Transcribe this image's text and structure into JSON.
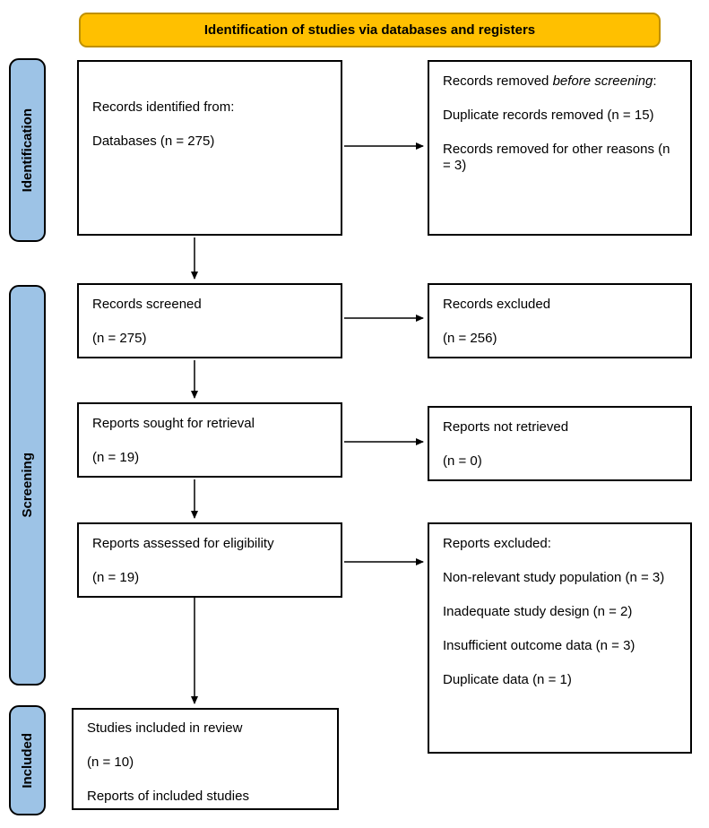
{
  "banner": {
    "title": "Identification of studies via databases and registers"
  },
  "stages": [
    {
      "label": "Identification"
    },
    {
      "label": "Screening"
    },
    {
      "label": "Included"
    }
  ],
  "boxes": {
    "identified": {
      "lines": [
        "Records identified from:",
        "Databases (n = 275)"
      ]
    },
    "removed": {
      "heading_prefix": "Records removed ",
      "heading_italic": "before screening",
      "heading_suffix": ":",
      "items": [
        "Duplicate records removed (n = 15)",
        "Records removed for other reasons (n = 3)"
      ]
    },
    "screened": {
      "lines": [
        "Records screened",
        "(n = 275)"
      ]
    },
    "excluded": {
      "lines": [
        "Records excluded",
        "(n = 256)"
      ]
    },
    "sought": {
      "lines": [
        "Reports sought for retrieval",
        "(n = 19)"
      ]
    },
    "not_retrieved": {
      "lines": [
        "Reports not retrieved",
        "(n = 0)"
      ]
    },
    "assessed": {
      "lines": [
        "Reports assessed for eligibility",
        "(n = 19)"
      ]
    },
    "reports_excluded": {
      "heading": "Reports excluded:",
      "items": [
        "Non-relevant study population (n = 3)",
        "Inadequate study design (n = 2)",
        "Insufficient outcome data (n = 3)",
        "Duplicate data (n = 1)"
      ]
    },
    "included": {
      "lines": [
        "Studies included in review",
        "(n = 10)",
        "Reports of included studies"
      ]
    }
  },
  "colors": {
    "banner_fill": "#FFC000",
    "banner_border": "#BF9000",
    "stage_fill": "#9DC3E6",
    "box_border": "#000000"
  }
}
